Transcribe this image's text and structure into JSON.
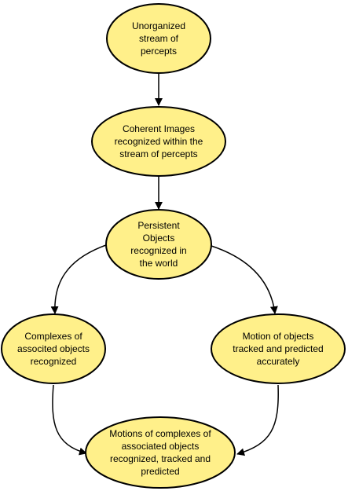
{
  "colors": {
    "node_fill": "#FFF08A",
    "node_stroke": "#000000",
    "edge": "#000000"
  },
  "nodes": {
    "unorganized": {
      "label": "Unorganized\nstream of\npercepts"
    },
    "coherent": {
      "label": "Coherent Images\nrecognized within the\nstream of percepts"
    },
    "persistent": {
      "label": "Persistent\nObjects\nrecognized in\nthe world"
    },
    "complexes": {
      "label": "Complexes of\nassocited objects\nrecognized"
    },
    "motion": {
      "label": "Motion of objects\ntracked and predicted\naccurately"
    },
    "motions_complexes": {
      "label": "Motions of complexes of\nassociated objects\nrecognized, tracked and\npredicted"
    }
  }
}
